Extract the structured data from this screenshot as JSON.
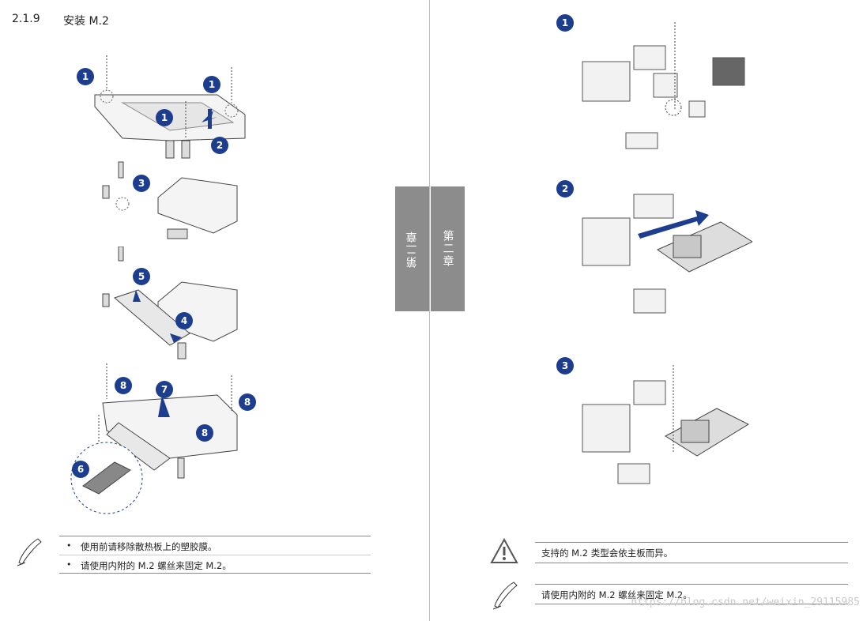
{
  "header": {
    "section_number": "2.1.9",
    "section_title": "安装 M.2"
  },
  "chapter_tabs": {
    "left": "第二章",
    "right": "第二章"
  },
  "left_steps": {
    "s1a": "1",
    "s1b": "1",
    "s1c": "1",
    "s2": "2",
    "s3": "3",
    "s4": "4",
    "s5": "5",
    "s6": "6",
    "s7": "7",
    "s8a": "8",
    "s8b": "8",
    "s8c": "8"
  },
  "right_steps": {
    "a": "1",
    "b": "2",
    "c": "3"
  },
  "left_notes": [
    "使用前请移除散热板上的塑胶膜。",
    "请使用内附的 M.2 螺丝来固定 M.2。"
  ],
  "right_notes": {
    "warning": "支持的 M.2 类型会依主板而异。",
    "note": "请使用内附的 M.2 螺丝来固定 M.2。"
  },
  "watermark": "https://blog.csdn.net/weixin_29115985",
  "colors": {
    "accent": "#1d3d8f",
    "tab": "#8c8c8c",
    "line": "#888888"
  }
}
